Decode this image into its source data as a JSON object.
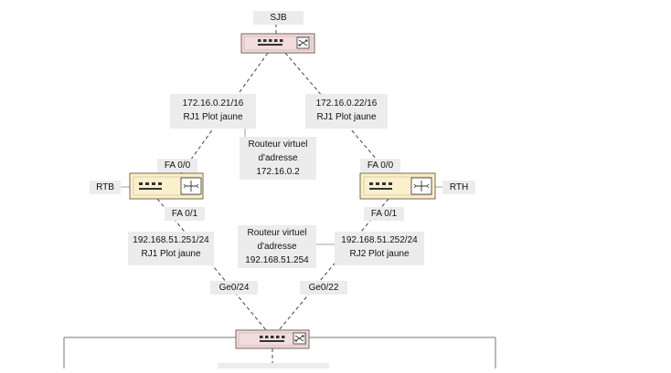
{
  "colors": {
    "switch_body": "#f3dcdc",
    "router_body": "#fbf0cc",
    "device_border": "#7a6060",
    "link": "#444444",
    "label_bg": "#ececec"
  },
  "devices": {
    "top_switch": {
      "name": "SJB",
      "icon": "switch-icon"
    },
    "router_left": {
      "name": "RTB",
      "icon": "router-icon"
    },
    "router_right": {
      "name": "RTH",
      "icon": "router-icon"
    },
    "bottom_switch": {
      "icon": "switch-icon"
    }
  },
  "labels": {
    "ip_rtb_top": {
      "line1": "172.16.0.21/16",
      "line2": "RJ1 Plot jaune"
    },
    "ip_rth_top": {
      "line1": "172.16.0.22/16",
      "line2": "RJ1 Plot jaune"
    },
    "vrouter_top": {
      "line1": "Routeur virtuel",
      "line2": "d'adresse",
      "line3": "172.16.0.2"
    },
    "vrouter_bottom": {
      "line1": "Routeur virtuel",
      "line2": "d'adresse",
      "line3": "192.168.51.254"
    },
    "fa00_left": "FA 0/0",
    "fa01_left": "FA 0/1",
    "fa00_right": "FA 0/0",
    "fa01_right": "FA 0/1",
    "ip_rtb_bottom": {
      "line1": "192.168.51.251/24",
      "line2": "RJ1 Plot jaune"
    },
    "ip_rth_bottom": {
      "line1": "192.168.51.252/24",
      "line2": "RJ2 Plot jaune"
    },
    "ge024": "Ge0/24",
    "ge022": "Ge0/22"
  }
}
